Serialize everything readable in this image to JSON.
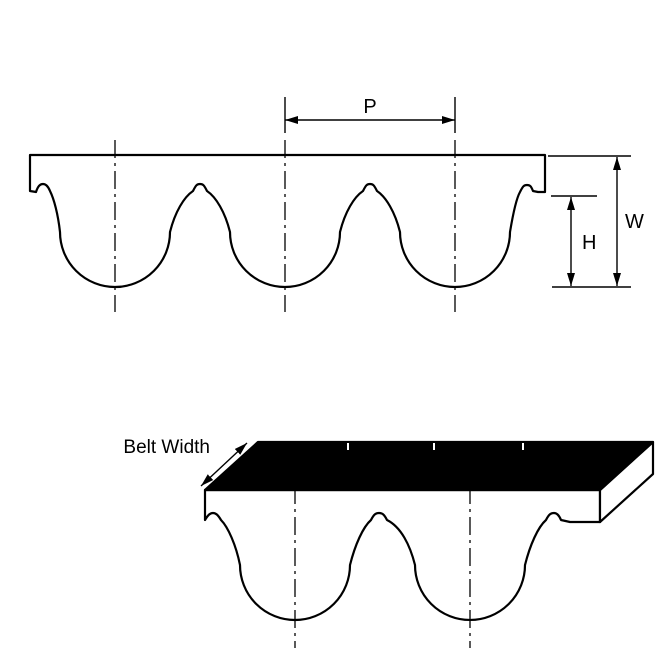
{
  "diagram": {
    "colors": {
      "line": "#000000",
      "top_surface": "#000000",
      "belt_face": "#ffffff",
      "background": "#ffffff"
    },
    "top_view": {
      "labels": {
        "pitch": "P",
        "width": "W",
        "height": "H"
      }
    },
    "perspective_view": {
      "labels": {
        "belt_width": "Belt Width"
      }
    }
  }
}
